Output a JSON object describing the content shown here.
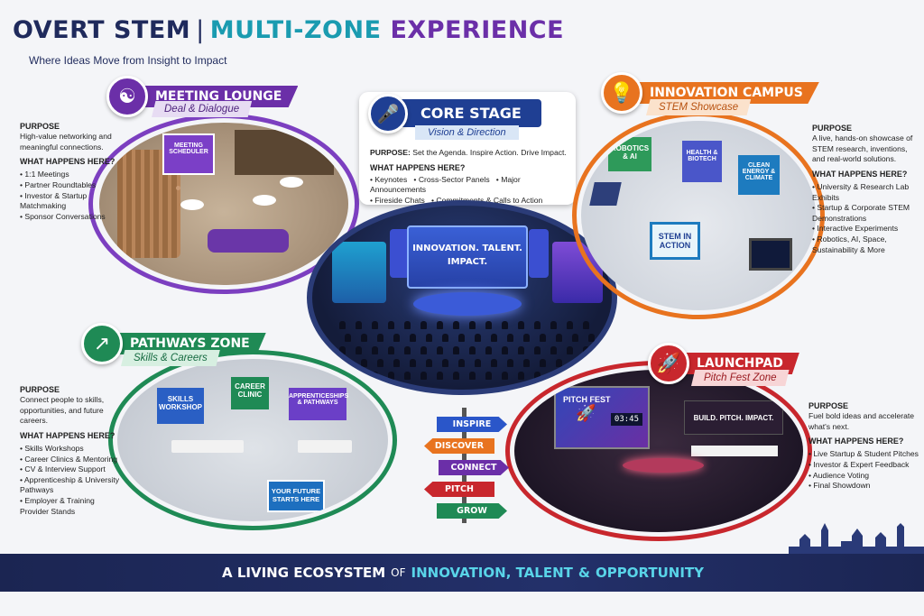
{
  "title": {
    "part1": "OVERT STEM",
    "separator": "|",
    "part2": "MULTI-ZONE",
    "part3": "EXPERIENCE"
  },
  "subtitle": "Where Ideas Move from Insight to Impact",
  "colors": {
    "lounge": "#6b2fa8",
    "core": "#1f3f93",
    "campus": "#e8731f",
    "pathways": "#1f8a55",
    "launchpad": "#c8272d"
  },
  "zones": {
    "lounge": {
      "name": "MEETING LOUNGE",
      "tagline": "Deal & Dialogue",
      "icon": "handshake-icon",
      "purpose_label": "PURPOSE",
      "purpose": "High-value networking and meaningful connections.",
      "what_label": "WHAT HAPPENS HERE?",
      "items": [
        "1:1 Meetings",
        "Partner Roundtables",
        "Investor & Startup Matchmaking",
        "Sponsor Conversations"
      ],
      "sign": "MEETING SCHEDULER"
    },
    "core": {
      "name": "CORE STAGE",
      "tagline": "Vision & Direction",
      "icon": "microphone-icon",
      "purpose_label": "PURPOSE:",
      "purpose": "Set the Agenda. Inspire Action. Drive Impact.",
      "what_label": "WHAT HAPPENS HERE?",
      "items": [
        "Keynotes",
        "Cross-Sector Panels",
        "Major Announcements",
        "Fireside Chats",
        "Commitments & Calls to Action"
      ],
      "screen": "INNOVATION. TALENT. IMPACT."
    },
    "campus": {
      "name": "INNOVATION CAMPUS",
      "tagline": "STEM Showcase",
      "icon": "lightbulb-icon",
      "purpose_label": "PURPOSE",
      "purpose": "A live, hands-on showcase of STEM research, inventions, and real-world solutions.",
      "what_label": "WHAT HAPPENS HERE?",
      "items": [
        "University & Research Lab Exhibits",
        "Startup & Corporate STEM Demonstrations",
        "Interactive Experiments",
        "Robotics, AI, Space, Sustainability & More"
      ],
      "signs": [
        "ROBOTICS & AI",
        "HEALTH & BIOTECH",
        "CLEAN ENERGY & CLIMATE",
        "STEM IN ACTION"
      ]
    },
    "pathways": {
      "name": "PATHWAYS ZONE",
      "tagline": "Skills & Careers",
      "icon": "growth-chart-icon",
      "purpose_label": "PURPOSE",
      "purpose": "Connect people to skills, opportunities, and future careers.",
      "what_label": "WHAT HAPPENS HERE?",
      "items": [
        "Skills Workshops",
        "Career Clinics & Mentoring",
        "CV & Interview Support",
        "Apprenticeship & University Pathways",
        "Employer & Training Provider Stands"
      ],
      "signs": [
        "SKILLS WORKSHOP",
        "CAREER CLINIC",
        "APPRENTICESHIPS & PATHWAYS",
        "YOUR FUTURE STARTS HERE"
      ]
    },
    "launchpad": {
      "name": "LAUNCHPAD",
      "tagline": "Pitch Fest Zone",
      "icon": "rocket-icon",
      "purpose_label": "PURPOSE",
      "purpose": "Fuel bold ideas and accelerate what's next.",
      "what_label": "WHAT HAPPENS HERE?",
      "items": [
        "Live Startup & Student Pitches",
        "Investor & Expert Feedback",
        "Audience Voting",
        "Final Showdown"
      ],
      "screen_title": "PITCH FEST",
      "timer": "03:45",
      "banner": "BUILD. PITCH. IMPACT."
    }
  },
  "signpost": [
    "INSPIRE",
    "DISCOVER",
    "CONNECT",
    "PITCH",
    "GROW"
  ],
  "footer": {
    "part1": "A LIVING ECOSYSTEM",
    "of": "OF",
    "part2": "INNOVATION, TALENT",
    "amp": "&",
    "part3": "OPPORTUNITY"
  }
}
